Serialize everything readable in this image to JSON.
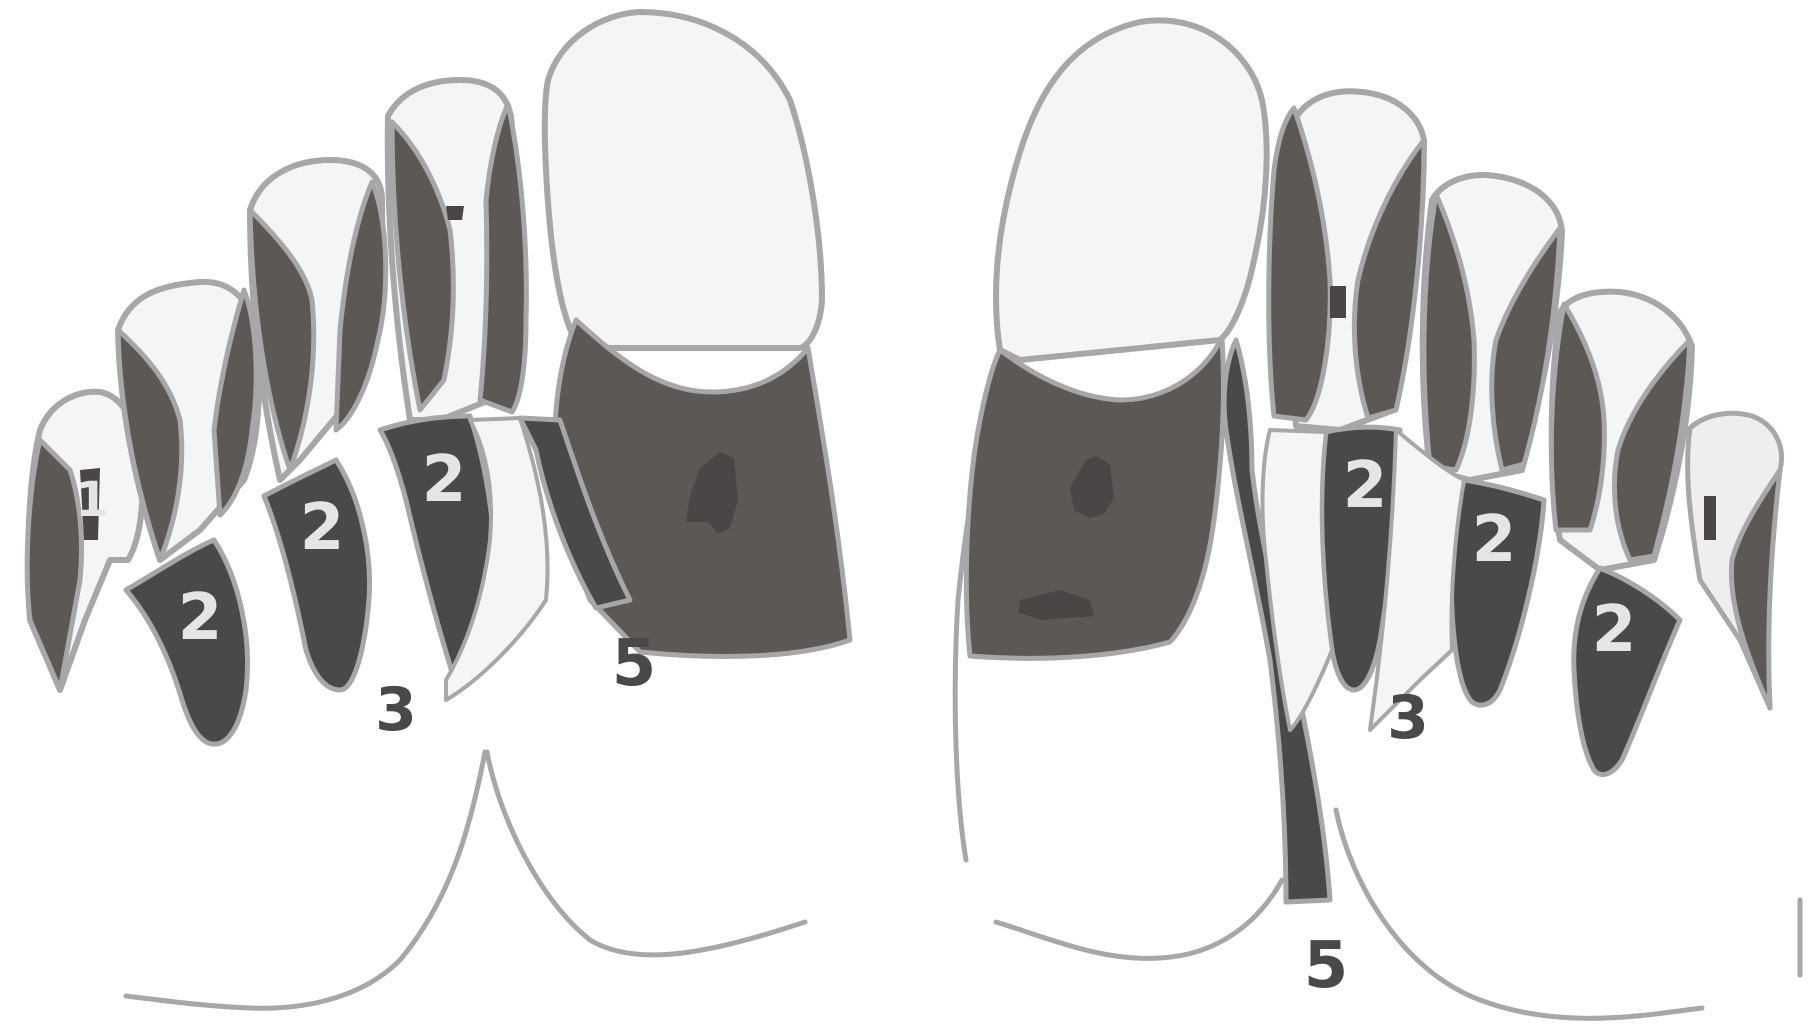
{
  "labels": {
    "left": {
      "toe_5_label": "1",
      "toe_4_label": "2",
      "toe_3_label": "2",
      "toe_2_label": "2",
      "web_label": "3",
      "hallux_label": "5"
    },
    "right": {
      "toe_2_label": "2",
      "toe_3_label": "2",
      "toe_4_label": "2",
      "web_label": "3",
      "hallux_label": "5"
    }
  },
  "colors": {
    "skin": "#f6f5f6",
    "outline": "#a8a6a7",
    "region_dark": "#4b4848",
    "region_mid": "#5c5856"
  }
}
